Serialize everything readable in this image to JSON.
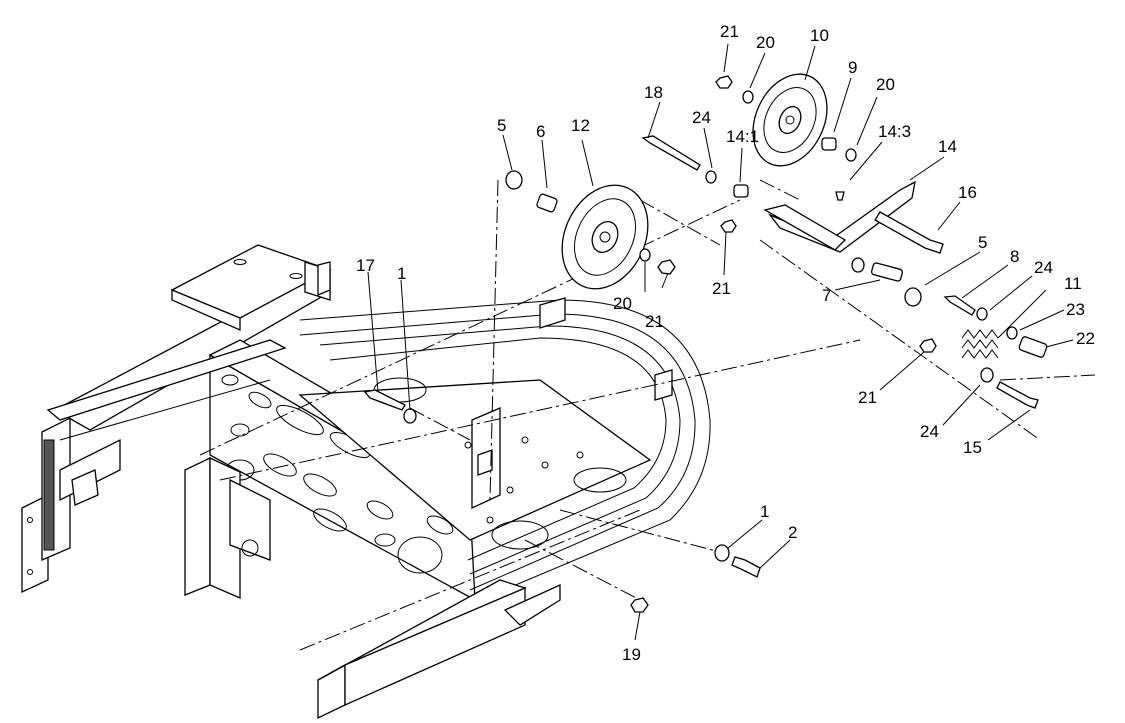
{
  "callouts": [
    {
      "id": "c21a",
      "label": "21"
    },
    {
      "id": "c20a",
      "label": "20"
    },
    {
      "id": "c10",
      "label": "10"
    },
    {
      "id": "c9",
      "label": "9"
    },
    {
      "id": "c20b",
      "label": "20"
    },
    {
      "id": "c18",
      "label": "18"
    },
    {
      "id": "c24a",
      "label": "24"
    },
    {
      "id": "c14_1",
      "label": "14:1"
    },
    {
      "id": "c14_3",
      "label": "14:3"
    },
    {
      "id": "c14",
      "label": "14"
    },
    {
      "id": "c16",
      "label": "16"
    },
    {
      "id": "c5a",
      "label": "5"
    },
    {
      "id": "c6",
      "label": "6"
    },
    {
      "id": "c12",
      "label": "12"
    },
    {
      "id": "c5b",
      "label": "5"
    },
    {
      "id": "c21b",
      "label": "21"
    },
    {
      "id": "c20c",
      "label": "20"
    },
    {
      "id": "c21c",
      "label": "21"
    },
    {
      "id": "c8",
      "label": "8"
    },
    {
      "id": "c24b",
      "label": "24"
    },
    {
      "id": "c11",
      "label": "11"
    },
    {
      "id": "c23",
      "label": "23"
    },
    {
      "id": "c22",
      "label": "22"
    },
    {
      "id": "c7",
      "label": "7"
    },
    {
      "id": "c17",
      "label": "17"
    },
    {
      "id": "c1a",
      "label": "1"
    },
    {
      "id": "c21d",
      "label": "21"
    },
    {
      "id": "c24c",
      "label": "24"
    },
    {
      "id": "c15",
      "label": "15"
    },
    {
      "id": "c1b",
      "label": "1"
    },
    {
      "id": "c2",
      "label": "2"
    },
    {
      "id": "c19",
      "label": "19"
    }
  ]
}
